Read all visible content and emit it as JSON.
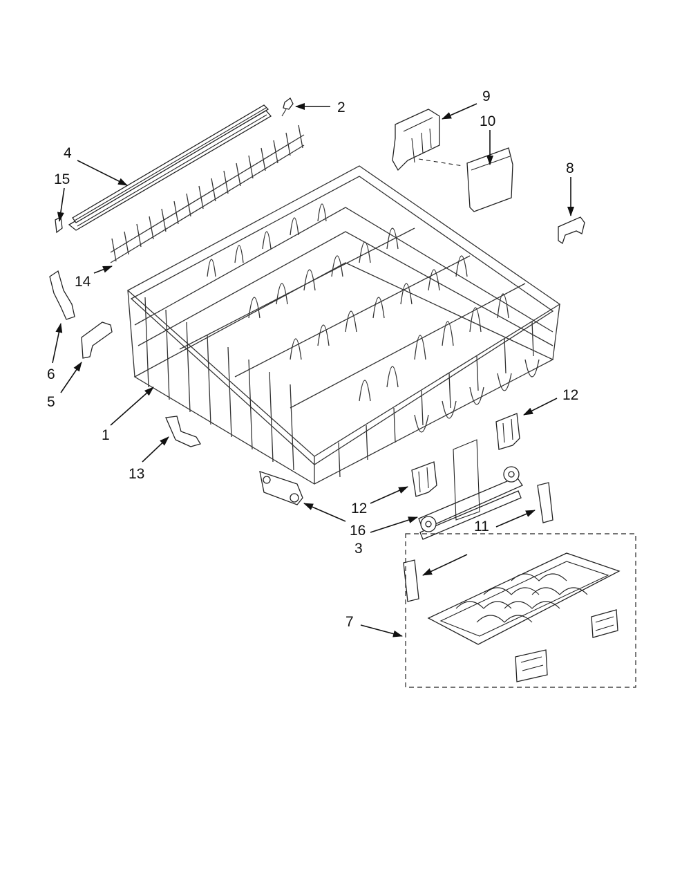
{
  "callouts": [
    "1",
    "2",
    "3",
    "4",
    "5",
    "6",
    "7",
    "8",
    "9",
    "10",
    "11",
    "12",
    "12",
    "13",
    "14",
    "15",
    "16"
  ]
}
